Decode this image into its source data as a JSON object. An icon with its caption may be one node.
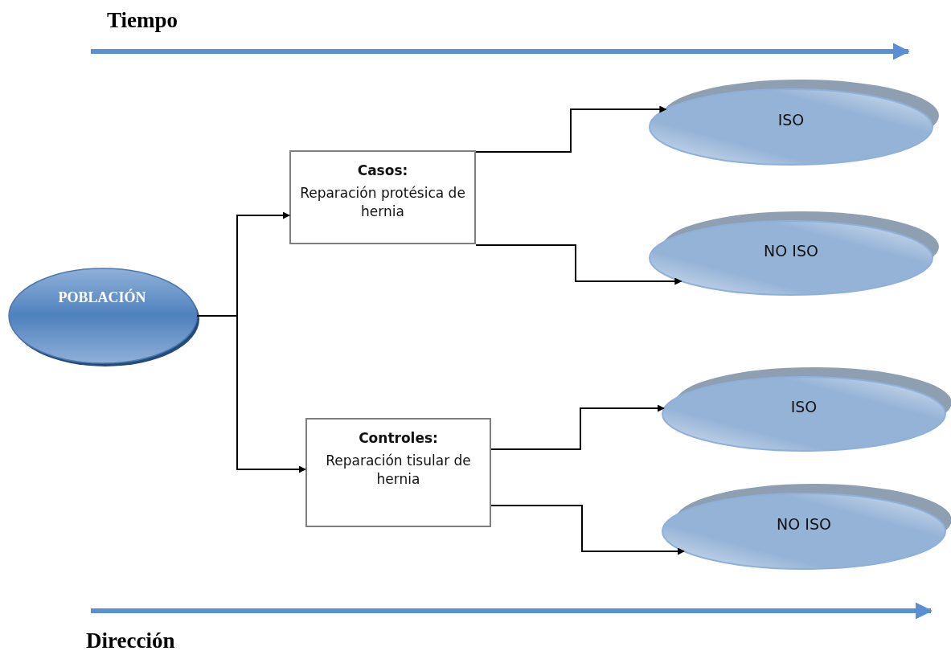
{
  "diagram": {
    "nodes": [
      {
        "text": [
          "POBLACIÓN"
        ]
      },
      {
        "text": [
          "Casos:",
          "Reparación protésica de hernia"
        ]
      },
      {
        "text": [
          "Controles:",
          "Reparación tisular de hernia"
        ]
      },
      {
        "text": [
          "ISO"
        ]
      },
      {
        "text": [
          "NO ISO"
        ]
      },
      {
        "text": [
          "ISO"
        ]
      },
      {
        "text": [
          "NO ISO"
        ]
      }
    ],
    "edges": [
      {
        "from": 0,
        "to": 1,
        "arrow": "to"
      },
      {
        "from": 0,
        "to": 2,
        "arrow": "to"
      },
      {
        "from": 1,
        "to": 3,
        "arrow": "to"
      },
      {
        "from": 1,
        "to": 4,
        "arrow": "to"
      },
      {
        "from": 2,
        "to": 5,
        "arrow": "to"
      },
      {
        "from": 2,
        "to": 6,
        "arrow": "to"
      }
    ],
    "labels": [
      "Tiempo",
      "Dirección"
    ]
  }
}
